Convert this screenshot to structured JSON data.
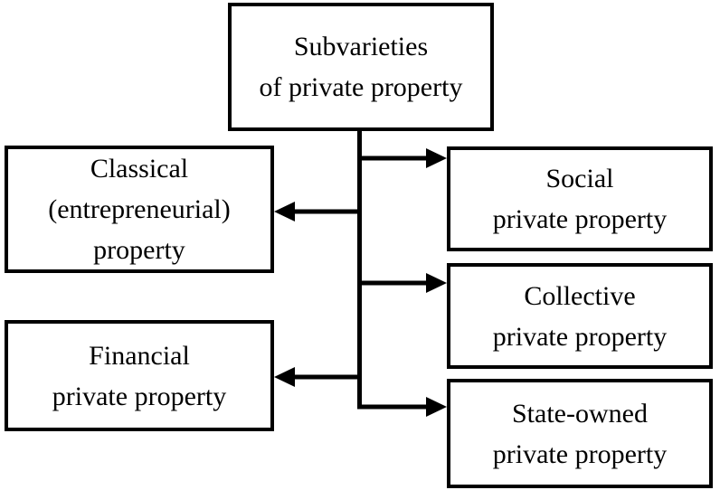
{
  "diagram": {
    "type": "tree",
    "colors": {
      "line": "#000000",
      "box_border": "#000000",
      "box_fill": "#ffffff",
      "background": "#ffffff",
      "text": "#000000"
    },
    "nodes": {
      "root": {
        "label": "Subvarieties\nof private property"
      },
      "classical": {
        "label": "Classical\n(entrepreneurial)\nproperty"
      },
      "financial": {
        "label": "Financial\nprivate property"
      },
      "social": {
        "label": "Social\nprivate property"
      },
      "collective": {
        "label": "Collective\nprivate property"
      },
      "state_owned": {
        "label": "State-owned\nprivate property"
      }
    },
    "edges": [
      {
        "from": "root",
        "to": "social",
        "direction": "right"
      },
      {
        "from": "root",
        "to": "classical",
        "direction": "left"
      },
      {
        "from": "root",
        "to": "collective",
        "direction": "right"
      },
      {
        "from": "root",
        "to": "financial",
        "direction": "left"
      },
      {
        "from": "root",
        "to": "state_owned",
        "direction": "right"
      }
    ]
  }
}
